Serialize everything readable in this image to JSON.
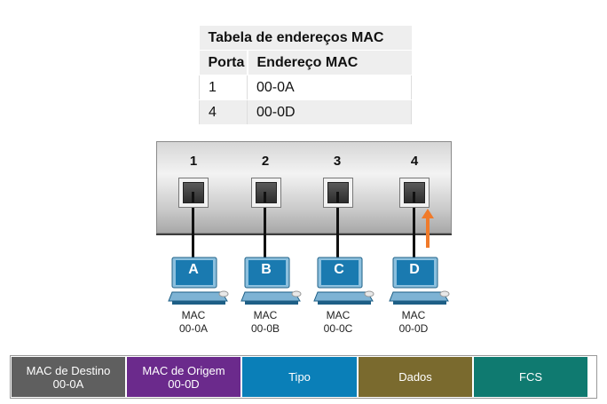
{
  "mac_table": {
    "title": "Tabela de endereços MAC",
    "headers": [
      "Porta",
      "Endereço MAC"
    ],
    "rows": [
      {
        "port": "1",
        "mac": "00-0A"
      },
      {
        "port": "4",
        "mac": "00-0D"
      }
    ]
  },
  "switch": {
    "ports": [
      "1",
      "2",
      "3",
      "4"
    ]
  },
  "hosts": [
    {
      "letter": "A",
      "label": "MAC",
      "mac": "00-0A"
    },
    {
      "letter": "B",
      "label": "MAC",
      "mac": "00-0B"
    },
    {
      "letter": "C",
      "label": "MAC",
      "mac": "00-0C"
    },
    {
      "letter": "D",
      "label": "MAC",
      "mac": "00-0D"
    }
  ],
  "frame": {
    "fields": [
      {
        "line1": "MAC de Destino",
        "line2": "00-0A",
        "color": "#5f5f5f"
      },
      {
        "line1": "MAC de Origem",
        "line2": "00-0D",
        "color": "#6b2a8c"
      },
      {
        "line1": "Tipo",
        "line2": "",
        "color": "#0a7fb8"
      },
      {
        "line1": "Dados",
        "line2": "",
        "color": "#7a6a2e"
      },
      {
        "line1": "FCS",
        "line2": "",
        "color": "#0f7a70"
      }
    ]
  },
  "colors": {
    "host_screen": "#1a7ab0",
    "arrow": "#f07a2a"
  }
}
